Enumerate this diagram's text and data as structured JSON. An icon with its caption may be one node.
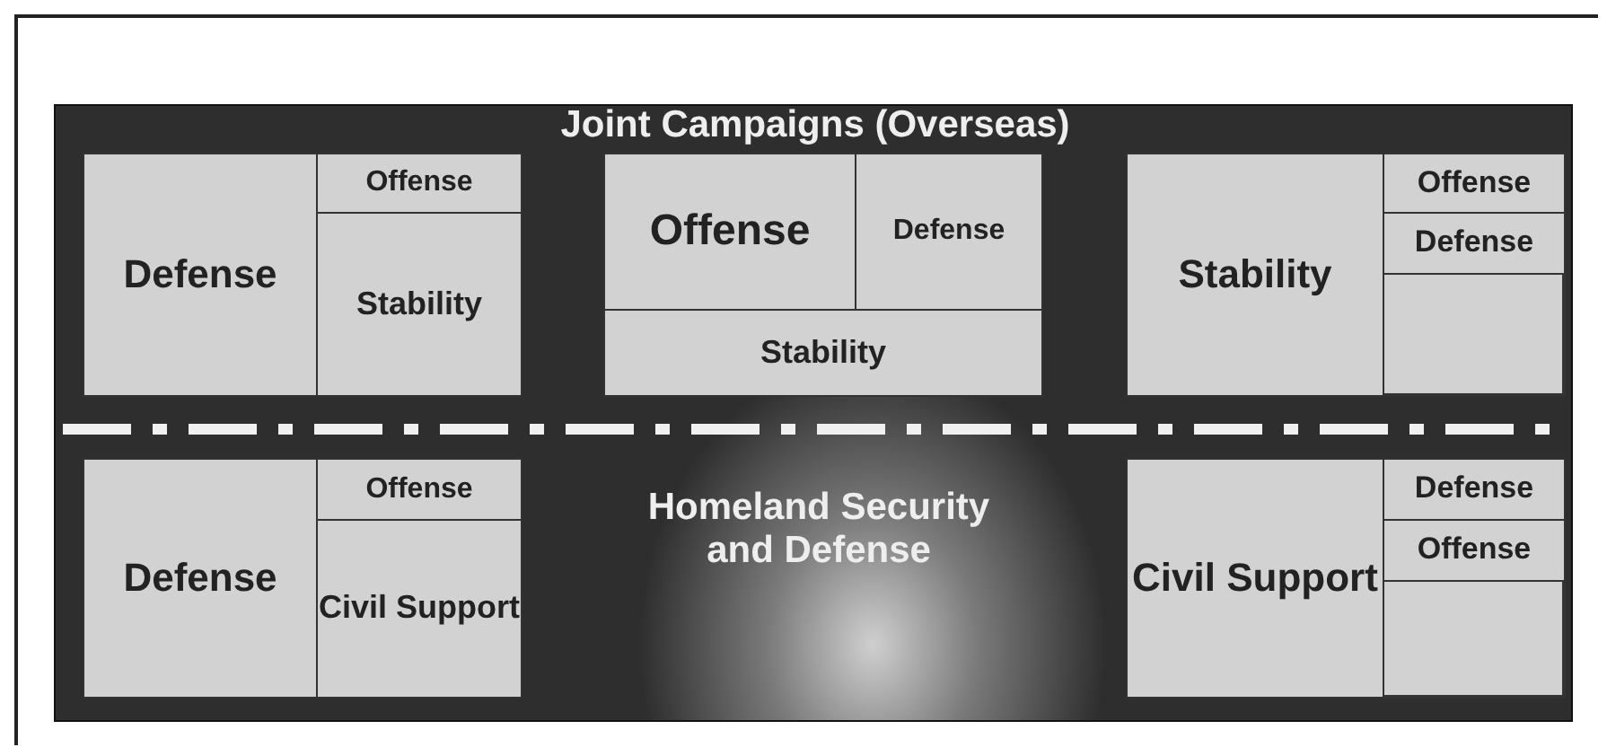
{
  "diagram": {
    "nodes": [
      {
        "text": [
          "Joint Campaigns (Overseas)",
          "Homeland Security and Defense"
        ]
      },
      {
        "text": [],
        "shape": "box",
        "in": 0
      },
      {
        "text": [
          "Defense"
        ],
        "in": 1
      },
      {
        "text": [
          "Offense"
        ],
        "in": 1
      },
      {
        "text": [
          "Stability"
        ],
        "in": 1
      },
      {
        "text": [],
        "shape": "box",
        "in": 0
      },
      {
        "text": [
          "Offense"
        ],
        "in": 5
      },
      {
        "text": [
          "Defense"
        ],
        "in": 5
      },
      {
        "text": [
          "Stability"
        ],
        "in": 5
      },
      {
        "text": [],
        "shape": "box",
        "in": 0
      },
      {
        "text": [
          "Stability"
        ],
        "in": 9
      },
      {
        "text": [
          "Offense"
        ],
        "in": 9
      },
      {
        "text": [
          "Defense"
        ],
        "in": 9
      },
      {
        "text": [],
        "shape": "box",
        "in": 0
      },
      {
        "text": [
          "Defense"
        ],
        "in": 13
      },
      {
        "text": [
          "Offense"
        ],
        "in": 13
      },
      {
        "text": [
          "Civil Support"
        ],
        "in": 13
      },
      {
        "text": [],
        "shape": "box",
        "in": 0
      },
      {
        "text": [
          "Civil Support"
        ],
        "in": 17
      },
      {
        "text": [
          "Defense"
        ],
        "in": 17
      },
      {
        "text": [
          "Offense"
        ],
        "in": 17
      }
    ]
  }
}
